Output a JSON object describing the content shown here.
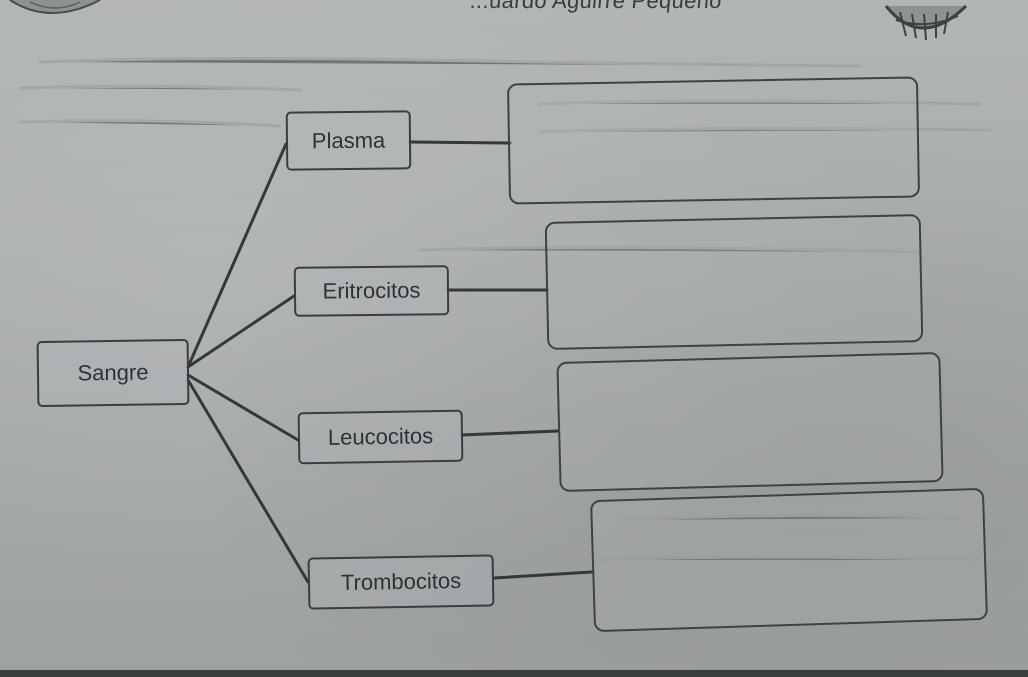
{
  "header": {
    "text": "...uardo Aguirre Pequeño"
  },
  "diagram": {
    "root": "Sangre",
    "branches": [
      {
        "label": "Plasma",
        "answer": ""
      },
      {
        "label": "Eritrocitos",
        "answer": ""
      },
      {
        "label": "Leucocitos",
        "answer": ""
      },
      {
        "label": "Trombocitos",
        "answer": ""
      }
    ]
  },
  "colors": {
    "paper": "#a9acac",
    "ink": "#3b3e40"
  }
}
